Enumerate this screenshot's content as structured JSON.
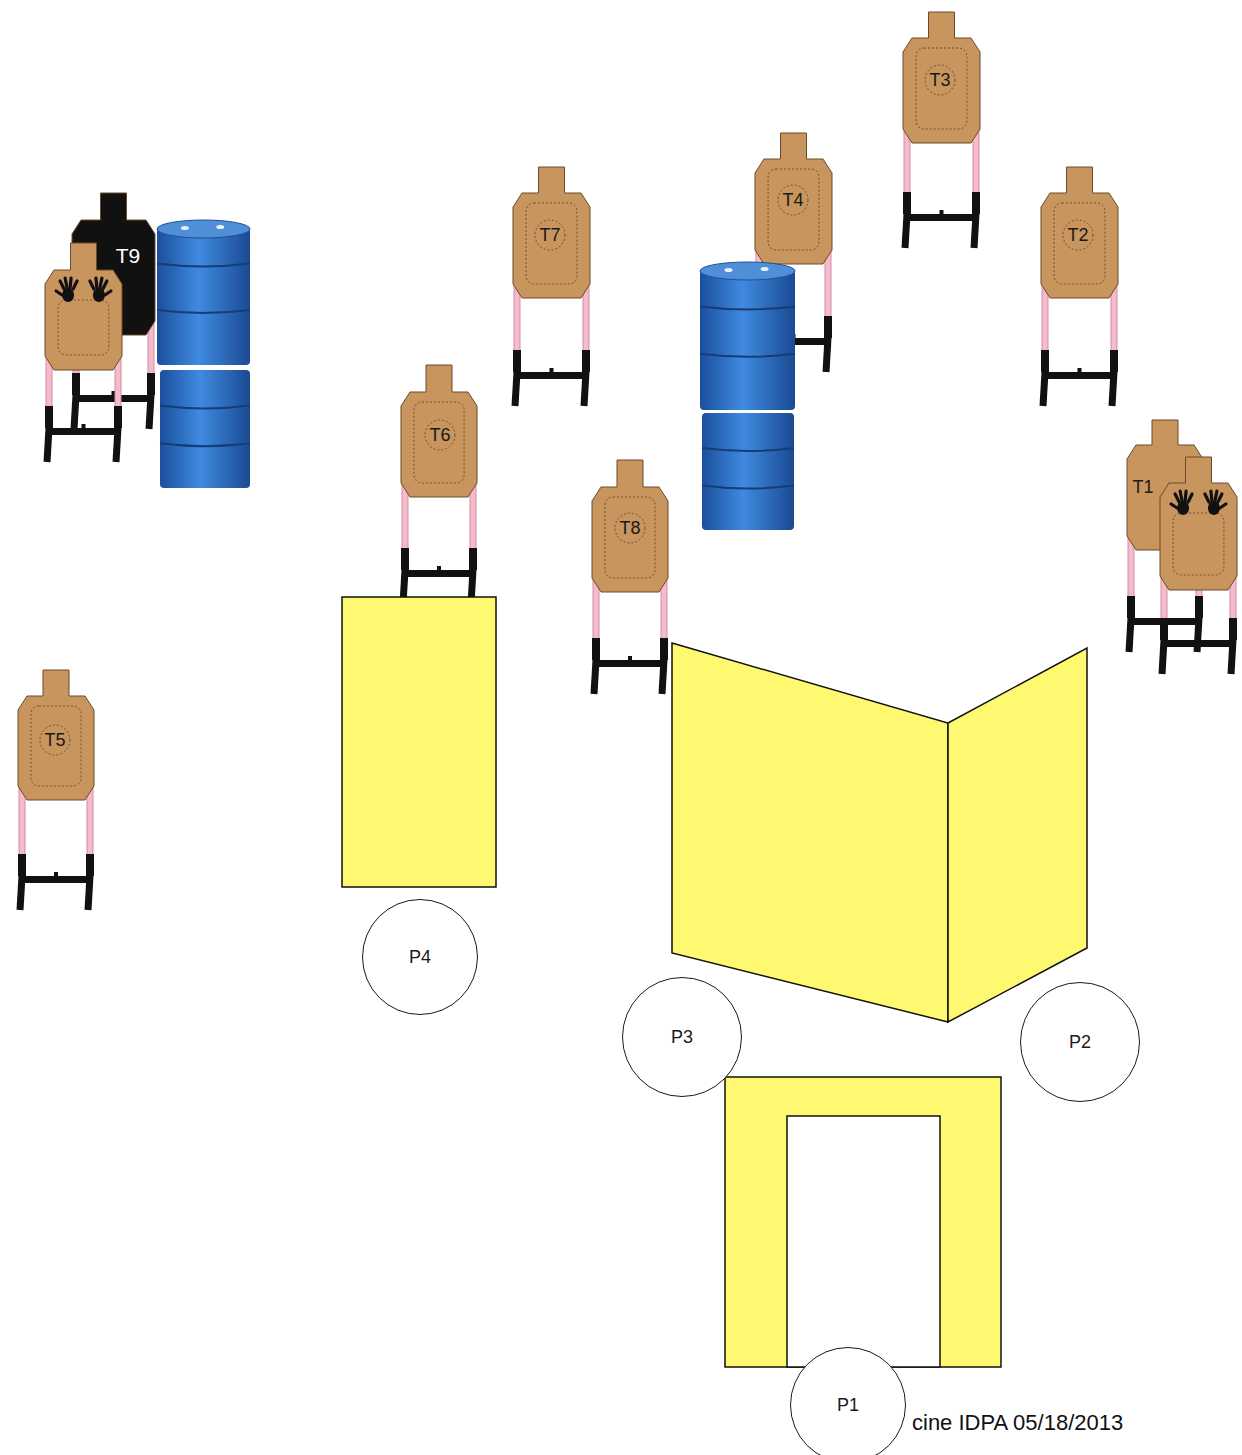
{
  "diagram": {
    "nodes": [
      {
        "text": [
          "T3"
        ]
      },
      {
        "text": [
          "T4"
        ]
      },
      {
        "text": [
          "T2"
        ]
      },
      {
        "text": [
          "T7"
        ]
      },
      {
        "text": [
          "T9"
        ]
      },
      {
        "text": [
          "T6"
        ]
      },
      {
        "text": [
          "T1"
        ]
      },
      {
        "text": [
          "T8"
        ]
      },
      {
        "text": [
          "T5"
        ]
      },
      {
        "text": [
          "P4"
        ]
      },
      {
        "text": [
          "P3"
        ]
      },
      {
        "text": [
          "P2"
        ]
      },
      {
        "text": [
          "P1"
        ]
      }
    ],
    "labels": [
      "cine IDPA 05/18/2013"
    ]
  }
}
